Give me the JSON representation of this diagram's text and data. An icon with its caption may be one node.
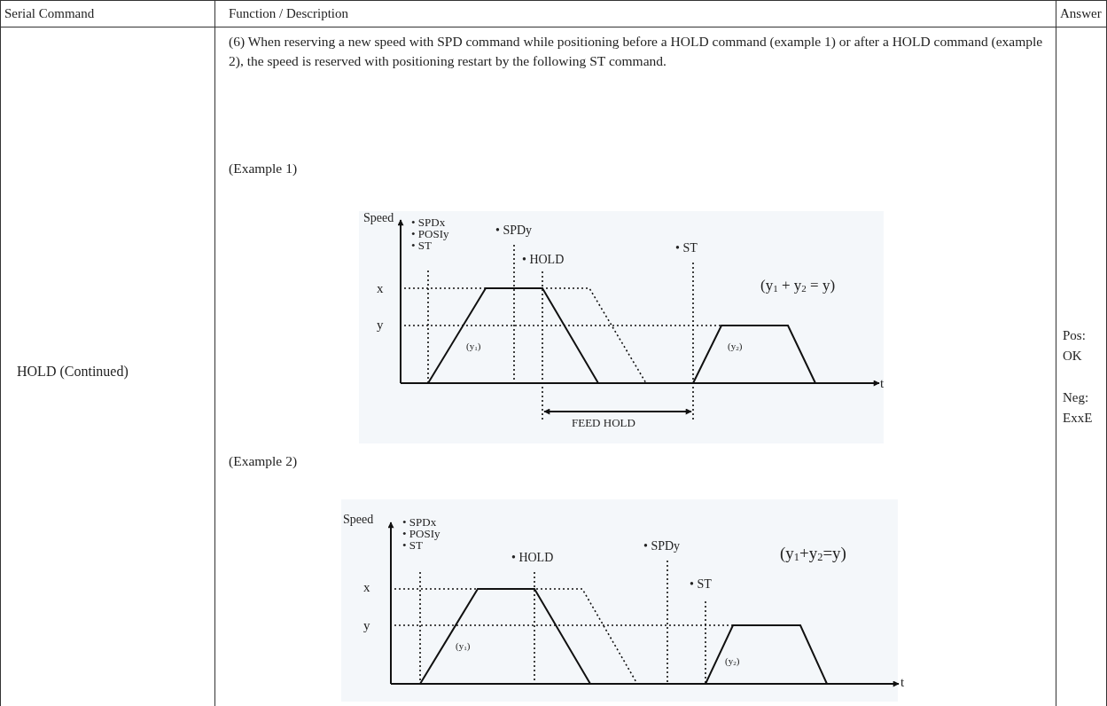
{
  "diagram": {
    "labels": [
      "Serial Command",
      "Function / Description",
      "Answer",
      "HOLD (Continued)",
      "(6) When reserving a new speed with SPD command while positioning before a HOLD command (example 1) or after a HOLD command (example 2), the speed is reserved with positioning restart by the following ST command.",
      "(Example 1)",
      "Speed",
      "• SPDx",
      "• POSIy",
      "• ST",
      "• SPDy",
      "• HOLD",
      "• ST",
      "x",
      "y",
      "(y$_{1}$)",
      "(y$_{2}$)",
      "(y$_{1}$ + y$_{2}$ = y)",
      "t",
      "FEED HOLD",
      "(Example 2)",
      "Speed",
      "• SPDx",
      "• POSIy",
      "• ST",
      "• HOLD",
      "• SPDy",
      "(y$_{1}$+y$_{2}$=y)",
      "• ST",
      "x",
      "y",
      "(y$_{1}$)",
      "(y$_{2}$)",
      "t",
      "Pos: OK",
      "Neg: ExxE"
    ]
  }
}
